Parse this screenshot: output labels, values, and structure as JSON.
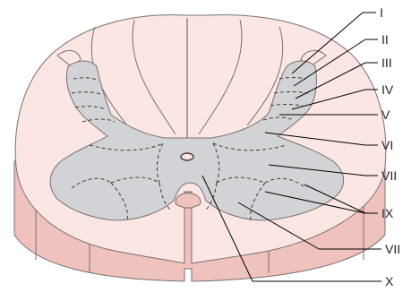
{
  "labels": {
    "i": "I",
    "ii": "II",
    "iii": "III",
    "iv": "IV",
    "v": "V",
    "vi": "VI",
    "vii_upper": "VII",
    "ix": "IX",
    "viii": "VII",
    "x": "X"
  },
  "colors": {
    "white_matter": "#fbe6e4",
    "side_face": "#efc2bd",
    "grey_matter": "#d2d3d6",
    "outline": "#7a6f70",
    "boundary": "#3c3c3c",
    "canal_ring": "#3c3c3c"
  }
}
